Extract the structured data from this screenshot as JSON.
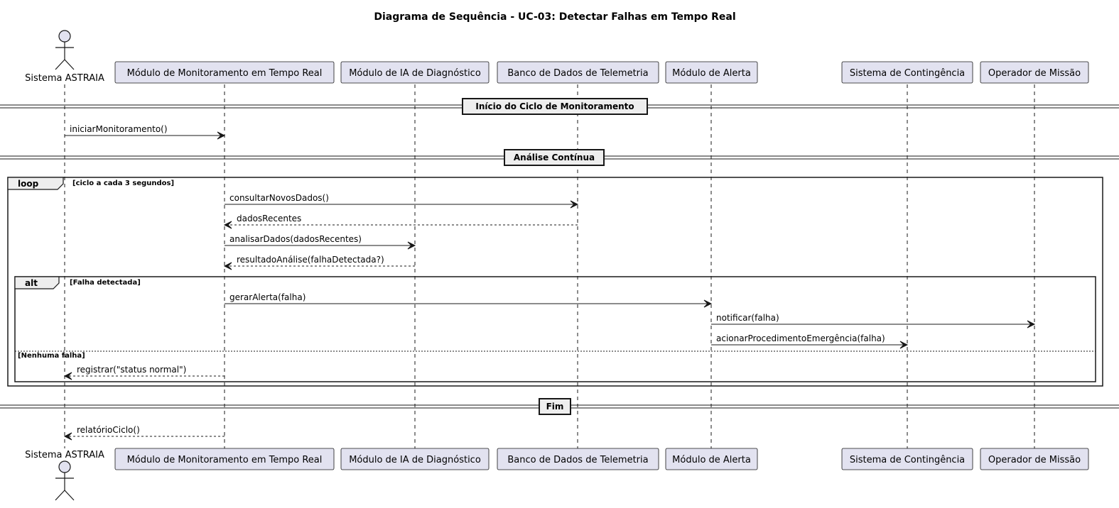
{
  "diagram": {
    "title": "Diagrama de Sequência - UC-03: Detectar Falhas em Tempo Real",
    "participants": [
      {
        "id": "astraia",
        "label": "Sistema ASTRAIA",
        "kind": "actor"
      },
      {
        "id": "monitor",
        "label": "Módulo de Monitoramento em Tempo Real",
        "kind": "box"
      },
      {
        "id": "ia",
        "label": "Módulo de IA de Diagnóstico",
        "kind": "box"
      },
      {
        "id": "db",
        "label": "Banco de Dados de Telemetria",
        "kind": "box"
      },
      {
        "id": "alerta",
        "label": "Módulo de Alerta",
        "kind": "box"
      },
      {
        "id": "contingencia",
        "label": "Sistema de Contingência",
        "kind": "box"
      },
      {
        "id": "operador",
        "label": "Operador de Missão",
        "kind": "box"
      }
    ],
    "dividers": [
      {
        "id": "inicio",
        "label": "Início do Ciclo de Monitoramento"
      },
      {
        "id": "analise",
        "label": "Análise Contínua"
      },
      {
        "id": "fim",
        "label": "Fim"
      }
    ],
    "messages": [
      {
        "from": "astraia",
        "to": "monitor",
        "label": "iniciarMonitoramento()",
        "style": "solid"
      },
      {
        "from": "monitor",
        "to": "db",
        "label": "consultarNovosDados()",
        "style": "solid"
      },
      {
        "from": "db",
        "to": "monitor",
        "label": "dadosRecentes",
        "style": "dashed"
      },
      {
        "from": "monitor",
        "to": "ia",
        "label": "analisarDados(dadosRecentes)",
        "style": "solid"
      },
      {
        "from": "ia",
        "to": "monitor",
        "label": "resultadoAnálise(falhaDetectada?)",
        "style": "dashed"
      },
      {
        "from": "monitor",
        "to": "alerta",
        "label": "gerarAlerta(falha)",
        "style": "solid"
      },
      {
        "from": "alerta",
        "to": "operador",
        "label": "notificar(falha)",
        "style": "solid"
      },
      {
        "from": "alerta",
        "to": "contingencia",
        "label": "acionarProcedimentoEmergência(falha)",
        "style": "solid"
      },
      {
        "from": "monitor",
        "to": "astraia",
        "label": "registrar(\"status normal\")",
        "style": "dashed"
      },
      {
        "from": "monitor",
        "to": "astraia",
        "label": "relatórioCiclo()",
        "style": "dashed"
      }
    ],
    "fragments": [
      {
        "id": "loop",
        "keyword": "loop",
        "guard": "[ciclo a cada 3 segundos]"
      },
      {
        "id": "alt",
        "keyword": "alt",
        "guard": "[Falha detectada]",
        "else_guard": "[Nenhuma falha]"
      }
    ],
    "colors": {
      "participant_fill": "#e2e2f0",
      "participant_stroke": "#181818",
      "line": "#181818",
      "divider_fill": "#eeeeee",
      "fragment_tab_fill": "#eeeeee"
    }
  }
}
